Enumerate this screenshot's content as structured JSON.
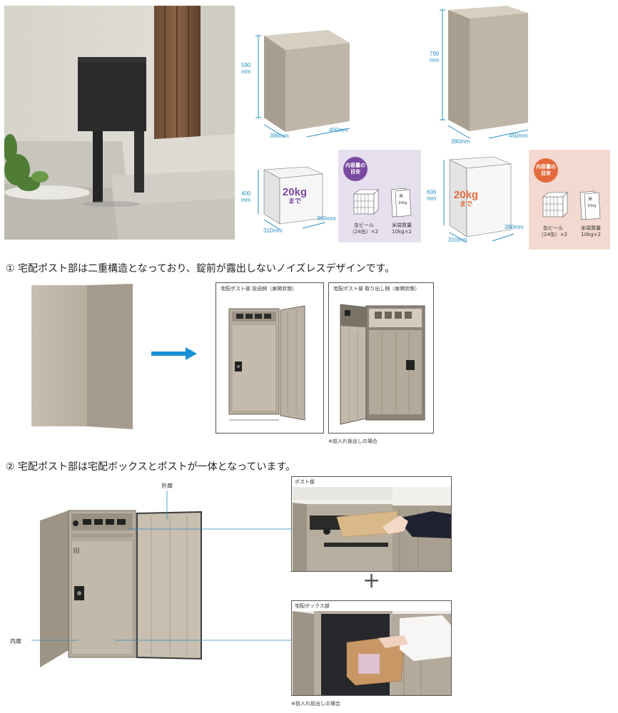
{
  "colors": {
    "box_beige": "#b8ad9d",
    "dim_blue": "#2a8fc0",
    "panel_lavender": "#e6e0ee",
    "panel_pink": "#f3d9cf",
    "accent_purple": "#7a4aa0",
    "accent_orange": "#e26a3c",
    "arrow_blue": "#1a8fd6"
  },
  "top": {
    "small_box": {
      "height": "590",
      "height_unit": "mm",
      "width": "390mm",
      "depth": "450mm"
    },
    "large_box": {
      "height": "790",
      "height_unit": "mm",
      "width": "390mm",
      "depth": "450mm"
    },
    "small_inner": {
      "height": "400",
      "height_unit": "mm",
      "width": "310mm",
      "depth": "360mm",
      "capacity": "20kg",
      "capacity_sub": "まで"
    },
    "large_inner": {
      "height": "600",
      "height_unit": "mm",
      "width": "310mm",
      "depth": "360mm",
      "capacity": "20kg",
      "capacity_sub": "まで"
    },
    "capacity_panel": {
      "title_line1": "内容量の",
      "title_line2": "目安",
      "beer_line1": "缶ビール",
      "beer_line2": "（24缶）×2",
      "rice_line1": "米袋質量",
      "rice_line2": "10kg×2",
      "rice_bag_text": "10kg",
      "rice_bag_mark": "米"
    }
  },
  "section1": {
    "heading": "① 宅配ポスト部は二重構造となっており、錠前が露出しないノイズレスデザインです。",
    "frame1_label": "宅配ポスト部 投函側（扉開状態）",
    "frame2_label": "宅配ポスト部 取り出し側（扉開状態）",
    "note": "※前入れ後出しの場合"
  },
  "section2": {
    "heading": "② 宅配ポスト部は宅配ボックスとポストが一体となっています。",
    "outer_door": "外扉",
    "inner_door": "内扉",
    "post_label": "ポスト部",
    "box_label": "宅配ボックス部",
    "plus": "+",
    "note": "※前入れ前出しの場合"
  }
}
